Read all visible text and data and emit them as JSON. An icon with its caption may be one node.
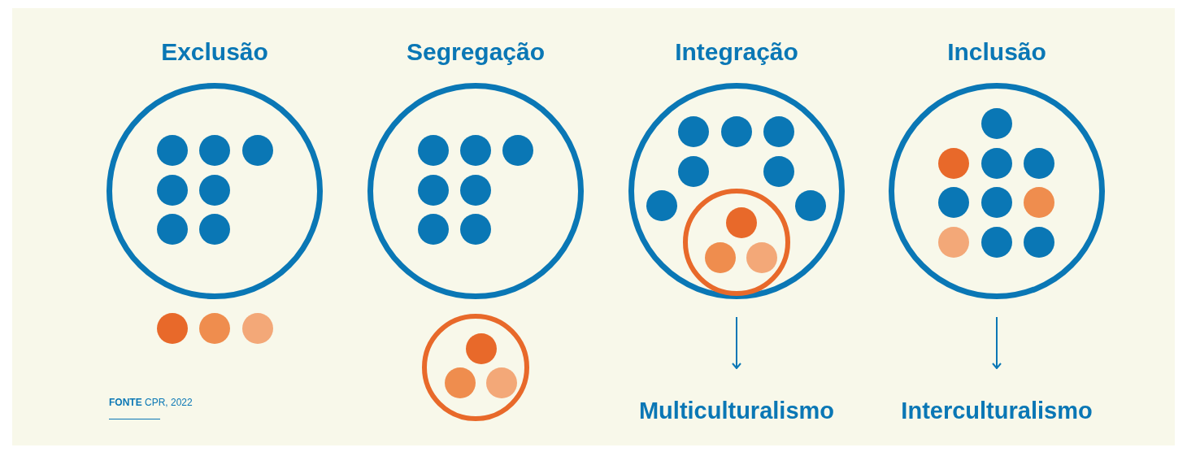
{
  "diagram": {
    "nodes": [
      {
        "text": [
          "Exclusão"
        ]
      },
      {
        "text": [],
        "shape": "circle",
        "in": 0
      },
      {
        "text": [],
        "shape": "circle",
        "in": 0
      },
      {
        "text": [],
        "shape": "circle",
        "in": 0
      },
      {
        "text": [],
        "shape": "circle",
        "in": 0
      },
      {
        "text": [],
        "shape": "circle",
        "in": 0
      },
      {
        "text": [],
        "shape": "circle",
        "in": 0
      },
      {
        "text": [],
        "shape": "circle",
        "in": 0
      },
      {
        "text": [],
        "shape": "circle"
      },
      {
        "text": [],
        "shape": "circle"
      },
      {
        "text": [],
        "shape": "circle"
      },
      {
        "text": [
          "Segregação"
        ]
      },
      {
        "text": [],
        "shape": "circle",
        "in": 11
      },
      {
        "text": [],
        "shape": "circle",
        "in": 11
      },
      {
        "text": [],
        "shape": "circle",
        "in": 11
      },
      {
        "text": [],
        "shape": "circle",
        "in": 11
      },
      {
        "text": [],
        "shape": "circle",
        "in": 11
      },
      {
        "text": [],
        "shape": "circle",
        "in": 11
      },
      {
        "text": [],
        "shape": "circle",
        "in": 11
      },
      {
        "text": [],
        "shape": "circle"
      },
      {
        "text": [],
        "shape": "circle",
        "in": 19
      },
      {
        "text": [],
        "shape": "circle",
        "in": 19
      },
      {
        "text": [],
        "shape": "circle",
        "in": 19
      },
      {
        "text": [
          "Integração"
        ]
      },
      {
        "text": [],
        "shape": "circle",
        "in": 23
      },
      {
        "text": [],
        "shape": "circle",
        "in": 23
      },
      {
        "text": [],
        "shape": "circle",
        "in": 23
      },
      {
        "text": [],
        "shape": "circle",
        "in": 23
      },
      {
        "text": [],
        "shape": "circle",
        "in": 23
      },
      {
        "text": [],
        "shape": "circle",
        "in": 23
      },
      {
        "text": [],
        "shape": "circle",
        "in": 23
      },
      {
        "text": [],
        "shape": "circle",
        "in": 23
      },
      {
        "text": [],
        "shape": "circle",
        "in": 31
      },
      {
        "text": [],
        "shape": "circle",
        "in": 31
      },
      {
        "text": [],
        "shape": "circle",
        "in": 31
      },
      {
        "text": [
          "Inclusão"
        ]
      },
      {
        "text": [],
        "shape": "circle",
        "in": 35
      },
      {
        "text": [],
        "shape": "circle",
        "in": 35
      },
      {
        "text": [],
        "shape": "circle",
        "in": 35
      },
      {
        "text": [],
        "shape": "circle",
        "in": 35
      },
      {
        "text": [],
        "shape": "circle",
        "in": 35
      },
      {
        "text": [],
        "shape": "circle",
        "in": 35
      },
      {
        "text": [],
        "shape": "circle",
        "in": 35
      },
      {
        "text": [],
        "shape": "circle",
        "in": 35
      },
      {
        "text": [],
        "shape": "circle",
        "in": 35
      },
      {
        "text": [],
        "shape": "circle",
        "in": 35
      },
      {
        "text": [
          "Multiculturalismo"
        ]
      },
      {
        "text": [
          "Interculturalismo"
        ]
      }
    ],
    "edges": [
      {
        "from": 23,
        "to": 46,
        "arrow": "to"
      },
      {
        "from": 35,
        "to": 47,
        "arrow": "to"
      }
    ],
    "labels": [
      "**FONTE** CPR, 2022"
    ]
  }
}
